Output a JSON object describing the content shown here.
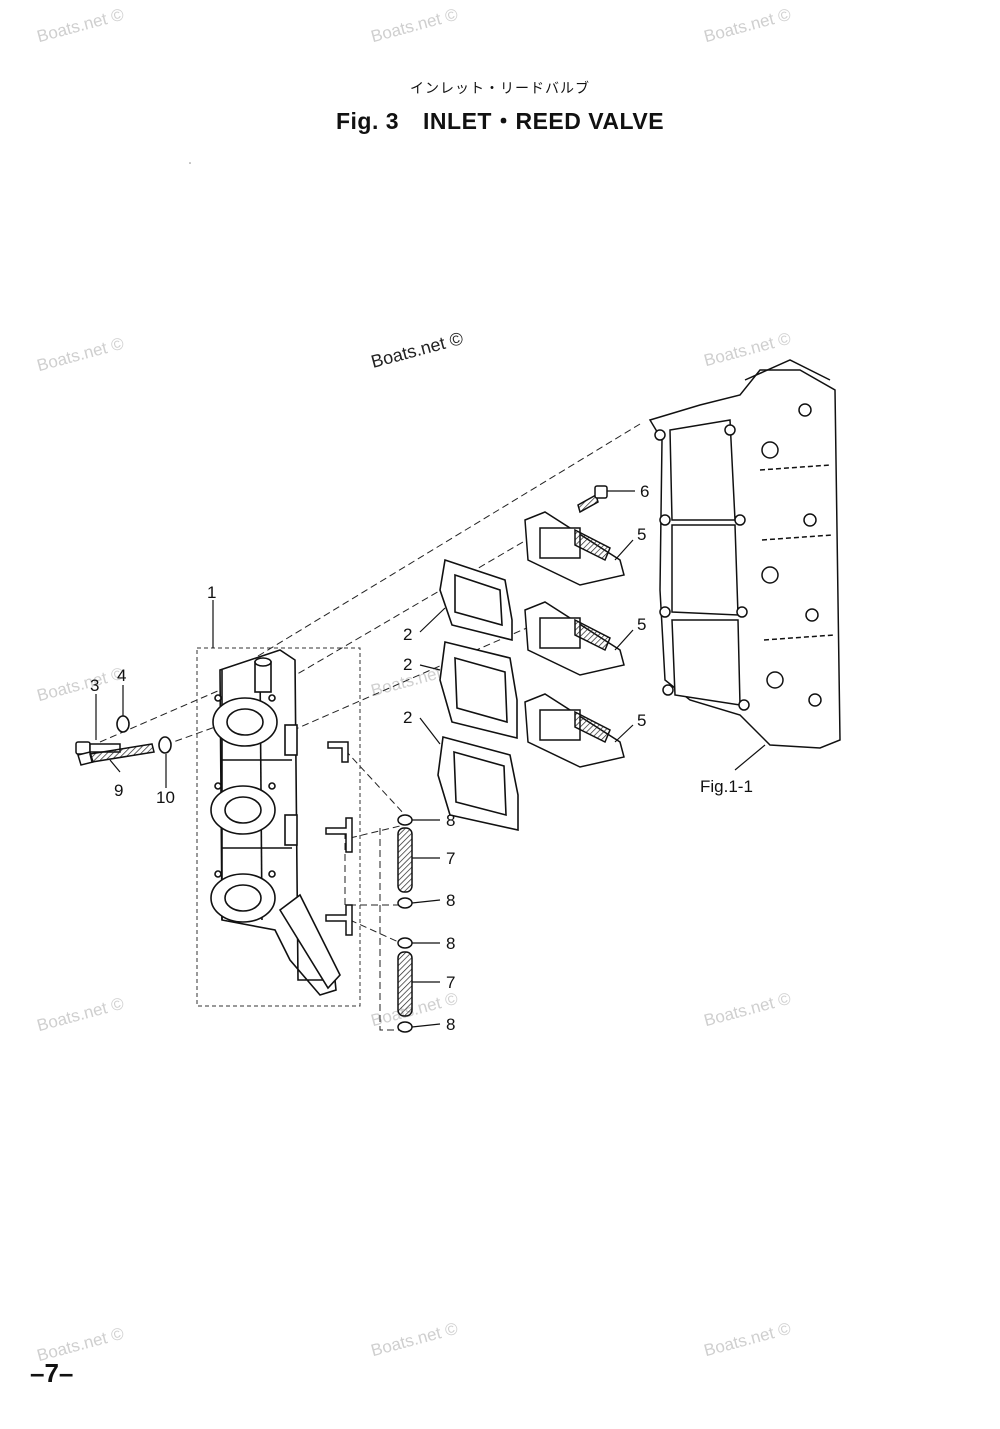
{
  "header": {
    "subtitle_jp": "インレット・リードバルブ",
    "fig_label": "Fig. 3",
    "title": "INLET・REED VALVE"
  },
  "watermark": {
    "text": "Boats.net ©"
  },
  "callouts": {
    "c1": "1",
    "c2a": "2",
    "c2b": "2",
    "c2c": "2",
    "c3": "3",
    "c4": "4",
    "c5a": "5",
    "c5b": "5",
    "c5c": "5",
    "c6": "6",
    "c7a": "7",
    "c7b": "7",
    "c8a": "8",
    "c8b": "8",
    "c8c": "8",
    "c8d": "8",
    "c9": "9",
    "c10": "10"
  },
  "reference_label": "Fig.1-1",
  "page_number": "–7–"
}
